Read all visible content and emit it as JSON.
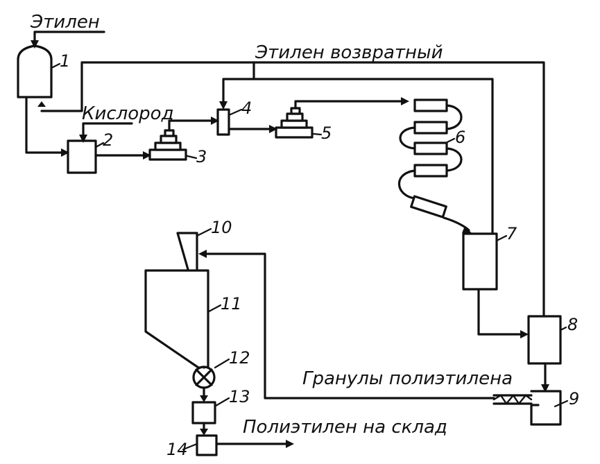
{
  "labels": {
    "ethylene": "Этилен",
    "ethylene_return": "Этилен возвратный",
    "oxygen": "Кислород",
    "granules": "Гранулы полиэтилена",
    "to_warehouse": "Полиэтилен на склад"
  },
  "numbers": {
    "n1": "1",
    "n2": "2",
    "n3": "3",
    "n4": "4",
    "n5": "5",
    "n6": "6",
    "n7": "7",
    "n8": "8",
    "n9": "9",
    "n10": "10",
    "n11": "11",
    "n12": "12",
    "n13": "13",
    "n14": "14"
  }
}
